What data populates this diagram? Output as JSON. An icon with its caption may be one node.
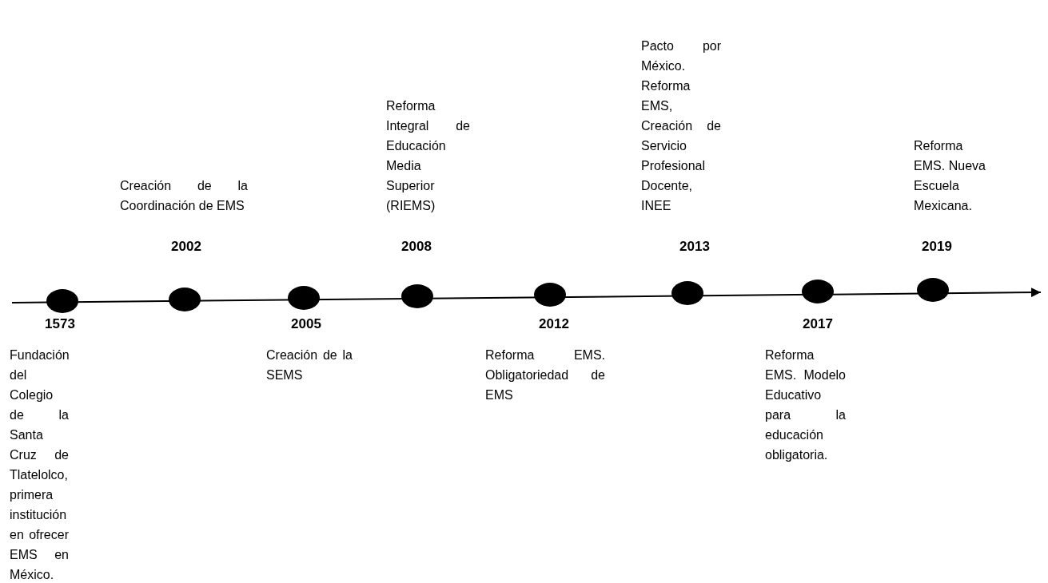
{
  "diagram": {
    "nodes": [
      {
        "text": [],
        "shape": "circle",
        "beside": [
          "1573",
          "Fundación del Colegio de la Santa Cruz de Tlatelolco, primera institución en ofrecer EMS en México."
        ]
      },
      {
        "text": [],
        "shape": "circle",
        "beside": [
          "2002",
          "Creación de la Coordinación de EMS"
        ]
      },
      {
        "text": [],
        "shape": "circle",
        "beside": [
          "2005",
          "Creación de la SEMS"
        ]
      },
      {
        "text": [],
        "shape": "circle",
        "beside": [
          "2008",
          "Reforma Integral de Educación Media Superior (RIEMS)"
        ]
      },
      {
        "text": [],
        "shape": "circle",
        "beside": [
          "2012",
          "Reforma EMS. Obligatoriedad de EMS"
        ]
      },
      {
        "text": [],
        "shape": "circle",
        "beside": [
          "2013",
          "Pacto por México. Reforma EMS, Creación de Servicio Profesional Docente, INEE"
        ]
      },
      {
        "text": [],
        "shape": "circle",
        "beside": [
          "2017",
          "Reforma EMS. Modelo Educativo para la educación obligatoria."
        ]
      },
      {
        "text": [],
        "shape": "circle",
        "beside": [
          "2019",
          "Reforma EMS. Nueva Escuela Mexicana."
        ]
      }
    ]
  }
}
